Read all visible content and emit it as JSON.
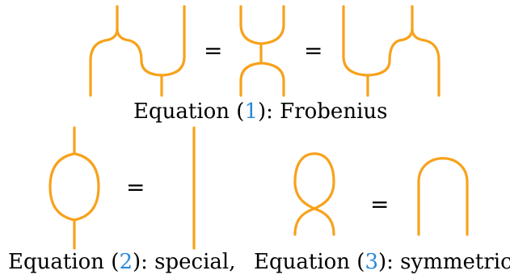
{
  "equals_sign": "=",
  "captions": {
    "frobenius": {
      "prefix": "Equation (",
      "ref": "1",
      "suffix": "): Frobenius"
    },
    "special": {
      "prefix": "Equation (",
      "ref": "2",
      "suffix": "): special,"
    },
    "symmetric": {
      "prefix": "Equation (",
      "ref": "3",
      "suffix": "): symmetric"
    }
  },
  "colors": {
    "wire": "#f7a21b",
    "reference": "#2a8ad8",
    "text": "#000000"
  }
}
